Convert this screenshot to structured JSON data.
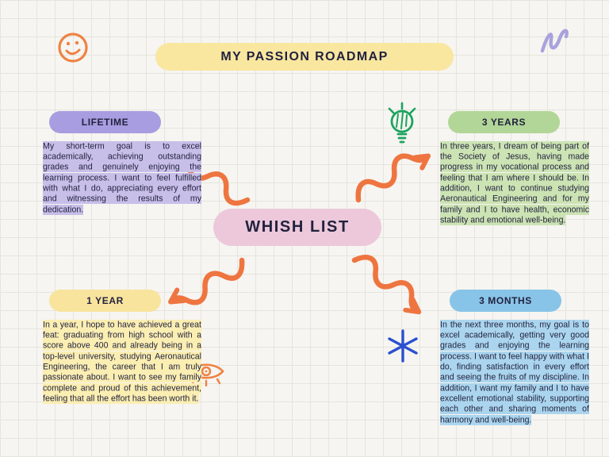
{
  "title": "MY PASSION ROADMAP",
  "center": {
    "label": "WHISH LIST"
  },
  "nodes": [
    {
      "id": "lifetime",
      "label": "LIFETIME",
      "text": "My short-term goal is to excel academically, achieving outstanding grades and genuinely enjoying the learning process. I want to feel fulfilled with what I do, appreciating every effort and witnessing the results of my dedication.",
      "pill_color": "#a89de0",
      "highlight_color": "#c8bfe9"
    },
    {
      "id": "three-years",
      "label": "3 YEARS",
      "text": "In three years, I dream of being part of the Society of Jesus, having made progress in my vocational process and feeling that I am where I should be. In addition, I want to continue studying Aeronautical Engineering and for my family and I to have health, economic stability and emotional well-being.",
      "pill_color": "#b2d697",
      "highlight_color": "#cce3b3"
    },
    {
      "id": "one-year",
      "label": "1 YEAR",
      "text": "In a year, I hope to have achieved a great feat: graduating from high school with a score above 400 and already being in a top-level university, studying Aeronautical Engineering, the career that I am truly passionate about. I want to see my family complete and proud of this achievement, feeling that all the effort has been worth it.",
      "pill_color": "#f9e49e",
      "highlight_color": "#fbeeb2"
    },
    {
      "id": "three-months",
      "label": "3 MONTHS",
      "text": "In the next three months, my goal is to excel academically, getting very good grades and enjoying the learning process. I want to feel happy with what I do, finding satisfaction in every effort and seeing the fruits of my discipline. In addition, I want my family and I to have excellent emotional stability, supporting each other and sharing moments of harmony and well-being.",
      "pill_color": "#88c4e8",
      "highlight_color": "#abd5ee"
    }
  ],
  "decorations": [
    {
      "icon": "smiley-face-icon",
      "color": "#ef8243"
    },
    {
      "icon": "squiggle-icon",
      "color": "#a9a2dc"
    },
    {
      "icon": "lightbulb-icon",
      "color": "#1ba35e"
    },
    {
      "icon": "eye-icon",
      "color": "#ef8243"
    },
    {
      "icon": "asterisk-star-icon",
      "color": "#2b50d0"
    }
  ],
  "colors": {
    "background": "#f6f5f1",
    "grid_line": "#e6e4de",
    "title_pill": "#f9e7a0",
    "center_pill": "#ecc8da",
    "arrow": "#ee7540",
    "text": "#23233f"
  }
}
